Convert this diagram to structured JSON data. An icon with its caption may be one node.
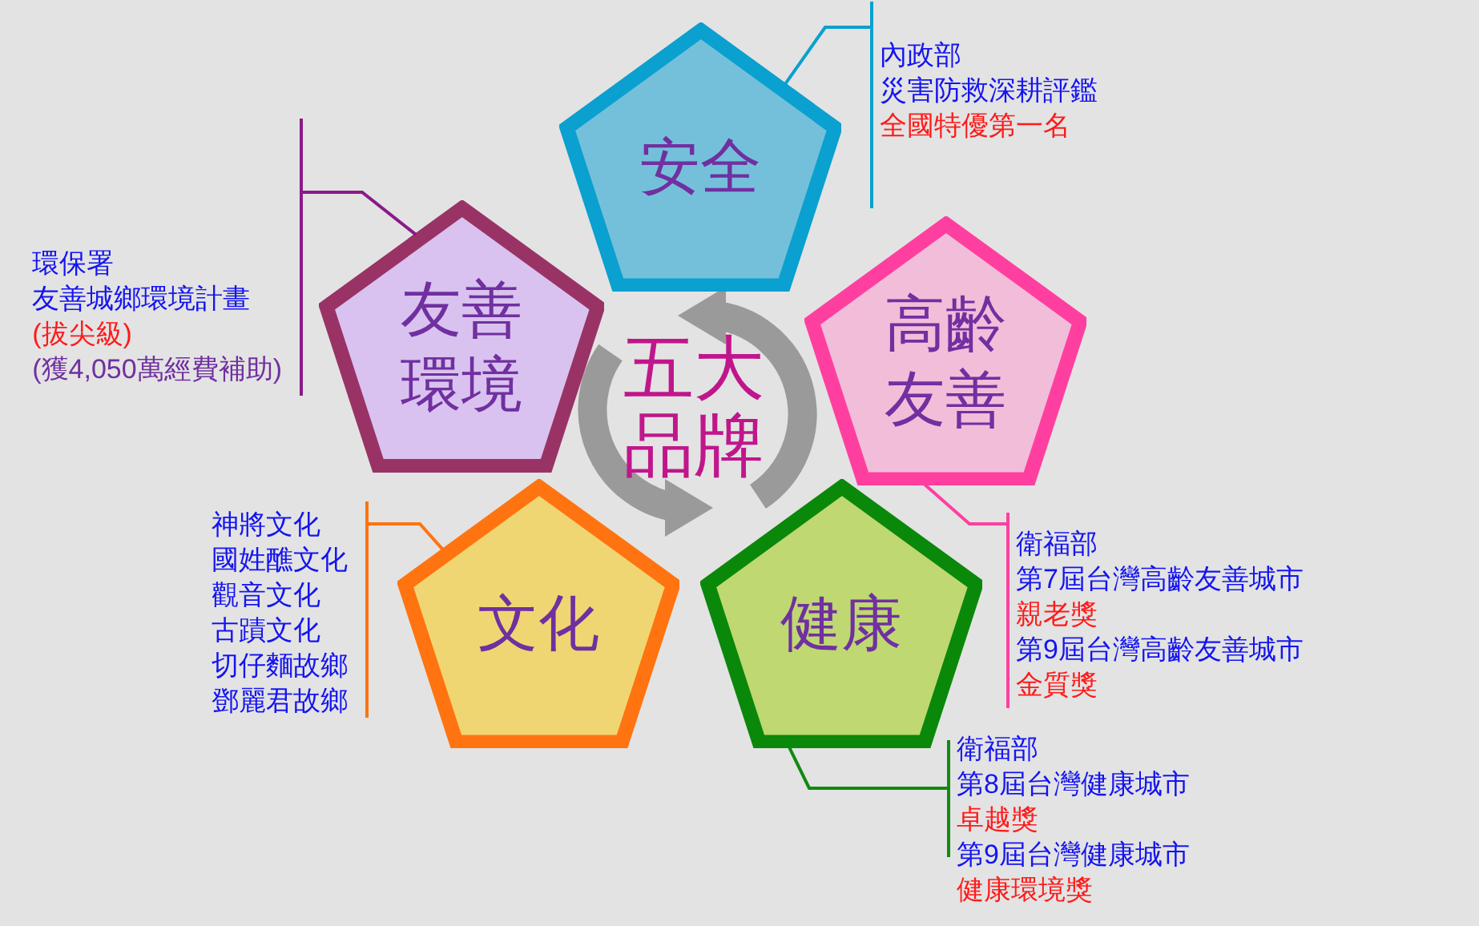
{
  "diagram": {
    "nodes": [
      {
        "text": [
          "五大品牌"
        ]
      },
      {
        "text": [
          "安全"
        ]
      },
      {
        "text": [
          "高齡友善"
        ]
      },
      {
        "text": [
          "健康"
        ]
      },
      {
        "text": [
          "文化"
        ]
      },
      {
        "text": [
          "友善環境"
        ]
      },
      {
        "text": [
          "內政部",
          "災害防救深耕評鑑",
          "全國特優第一名"
        ]
      },
      {
        "text": [
          "衛福部",
          "第7屆台灣高齡友善城市",
          "親老獎",
          "第9屆台灣高齡友善城市",
          "金質獎"
        ]
      },
      {
        "text": [
          "衛福部",
          "第8屆台灣健康城市",
          "卓越獎",
          "第9屆台灣健康城市",
          "健康環境獎"
        ]
      },
      {
        "text": [
          "神將文化",
          "國姓醮文化",
          "觀音文化",
          "古蹟文化",
          "切仔麵故鄉",
          "鄧麗君故鄉"
        ]
      },
      {
        "text": [
          "環保署",
          "友善城鄉環境計畫",
          "(拔尖級)",
          "(獲4,050萬經費補助)"
        ]
      }
    ],
    "edges": [
      {
        "from": 1,
        "to": 6,
        "arrow": "none",
        "color": "#0aa0d0"
      },
      {
        "from": 2,
        "to": 7,
        "arrow": "none",
        "color": "#ff3fa0"
      },
      {
        "from": 3,
        "to": 8,
        "arrow": "none",
        "color": "#118a11"
      },
      {
        "from": 4,
        "to": 9,
        "arrow": "none",
        "color": "#ff7410"
      },
      {
        "from": 5,
        "to": 10,
        "arrow": "none",
        "color": "#8b1a8b"
      }
    ]
  }
}
